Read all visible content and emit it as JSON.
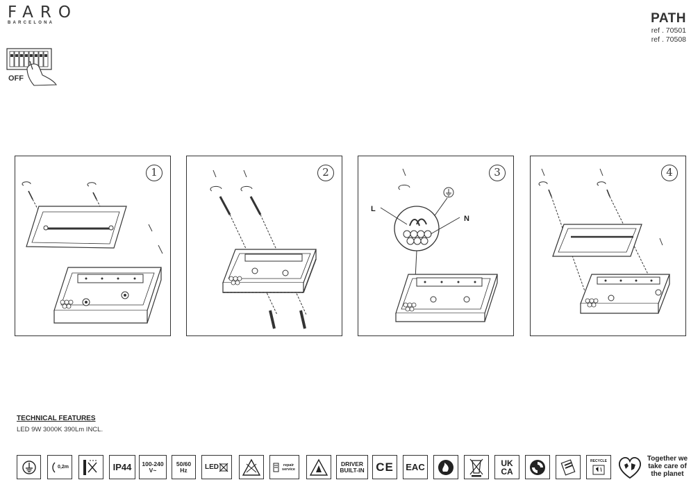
{
  "brand": {
    "name": "FARO",
    "location": "BARCELONA"
  },
  "product": {
    "name": "PATH",
    "refs": [
      "ref . 70501",
      "ref . 70508"
    ]
  },
  "power_off": {
    "label": "OFF"
  },
  "steps": [
    {
      "number": "1"
    },
    {
      "number": "2"
    },
    {
      "number": "3",
      "labels": {
        "live": "L",
        "neutral": "N"
      }
    },
    {
      "number": "4"
    }
  ],
  "technical": {
    "title": "TECHNICAL FEATURES",
    "text": "LED 9W 3000K 390Lm INCL."
  },
  "certifications": {
    "distance": "0,2m",
    "ip": "IP44",
    "voltage": "100-240",
    "voltage_sub": "V~",
    "frequency": "50/60",
    "frequency_sub": "Hz",
    "led": "LED",
    "repair": "repair service",
    "driver": "DRIVER",
    "driver_sub": "BUILT-IN",
    "ce": "CE",
    "eac": "EAC",
    "ukca_top": "UK",
    "ukca_bottom": "CA",
    "recycle": "RECYCLE",
    "together": "Together we take care of the planet"
  }
}
